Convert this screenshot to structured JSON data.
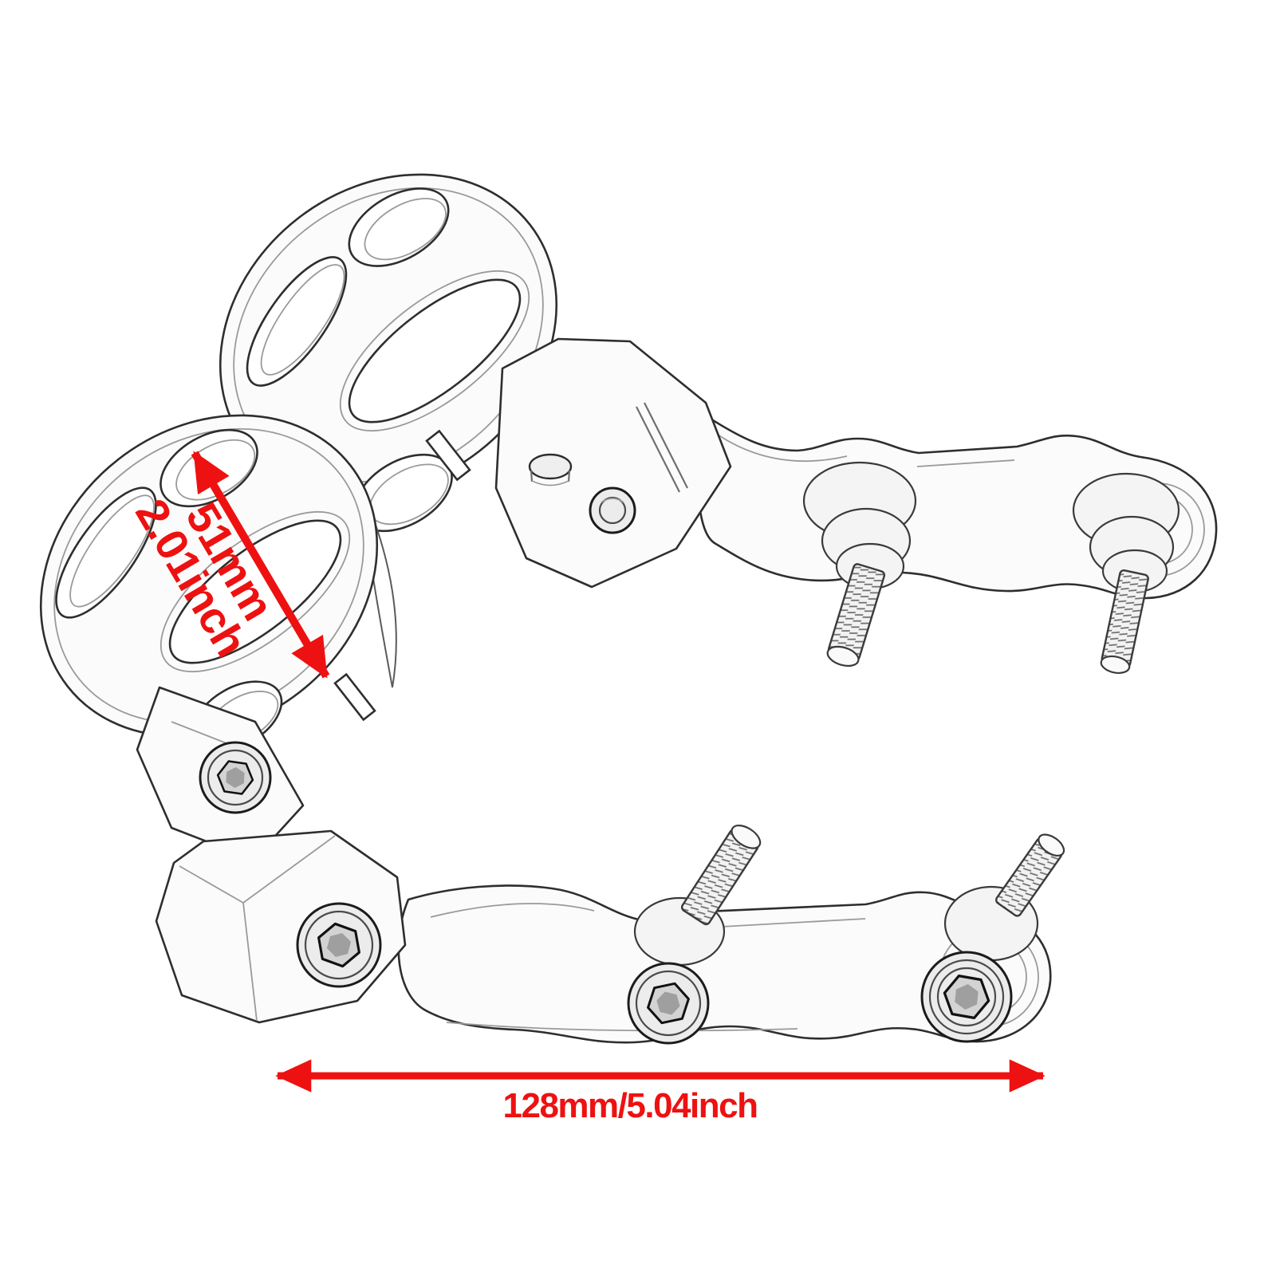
{
  "drawing": {
    "kind": "product-dimension-line-drawing",
    "background": "#ffffff"
  },
  "colors": {
    "dimension_red": "#ee1111",
    "ink": "#2e2e2e",
    "ink_light": "#9a9a9a",
    "paper": "#ffffff",
    "metal_fill": "#f6f6f6"
  },
  "dimensions": {
    "clamp_inner": {
      "metric": "51mm",
      "imperial": "2.01inch"
    },
    "overall_length": {
      "label": "128mm/5.04inch"
    }
  }
}
